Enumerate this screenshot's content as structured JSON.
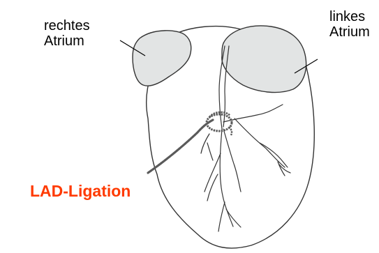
{
  "labels": {
    "right_atrium": [
      "rechtes",
      "Atrium"
    ],
    "left_atrium": [
      "linkes",
      "Atrium"
    ],
    "procedure": "LAD-Ligation"
  },
  "colors": {
    "outline": "#333333",
    "atrium_fill": "#e2e4e4",
    "suture": "#5a5a5a",
    "procedure_label": "#ff3a00"
  },
  "icons": {
    "heart": "heart-outline-drawing",
    "suture": "ligature-thread-loop"
  }
}
